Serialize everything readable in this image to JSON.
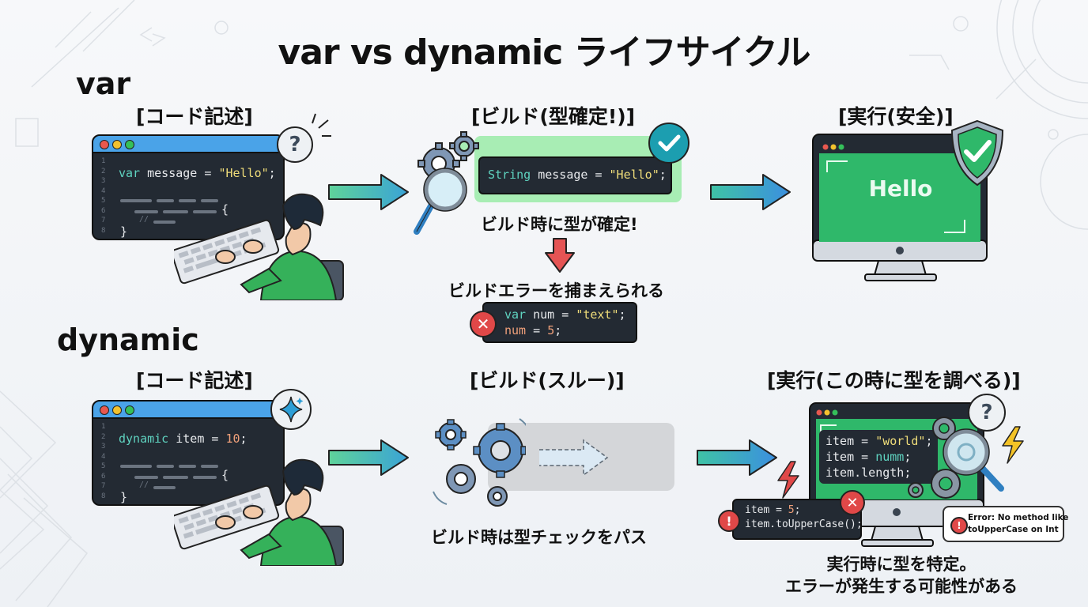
{
  "title": "var vs dynamic ライフサイクル",
  "var_section": {
    "label": "var",
    "steps": [
      {
        "label": "[コード記述]"
      },
      {
        "label": "[ビルド(型確定!)]"
      },
      {
        "label": "[実行(安全)]"
      }
    ],
    "editor": {
      "line_numbers": [
        "1",
        "2",
        "3",
        "4",
        "5",
        "6",
        "7",
        "8"
      ],
      "keyword": "var",
      "identifier": " message = ",
      "string": "\"Hello\"",
      "terminator": ";",
      "comment": "//",
      "open_brace": "{",
      "close_brace": "}",
      "bubble_icon": "?"
    },
    "build_code": {
      "keyword": "String",
      "identifier": " message = ",
      "string": "\"Hello\"",
      "terminator": ";"
    },
    "build_caption": "ビルド時に型が確定!",
    "error_caption": "ビルドエラーを捕まえられる",
    "error_code": {
      "line1_keyword": "var",
      "line1_rest": " num = ",
      "line1_string": "\"text\"",
      "line1_end": ";",
      "line2_ident": "num",
      "line2_rest": " = ",
      "line2_num": "5",
      "line2_end": ";"
    },
    "run_screen_text": "Hello"
  },
  "dynamic_section": {
    "label": "dynamic",
    "steps": [
      {
        "label": "[コード記述]"
      },
      {
        "label": "[ビルド(スルー)]"
      },
      {
        "label": "[実行(この時に型を調べる)]"
      }
    ],
    "editor": {
      "line_numbers": [
        "1",
        "2",
        "3",
        "4",
        "5",
        "6",
        "7",
        "8"
      ],
      "keyword": "dynamic",
      "identifier": " item = ",
      "number": "10",
      "terminator": ";",
      "comment": "//",
      "open_brace": "{",
      "close_brace": "}"
    },
    "build_caption": "ビルド時は型チェックをパス",
    "run_code": {
      "line1": "item = ",
      "line1_string": "\"world\"",
      "line1_end": ";",
      "line2": "item = ",
      "line2_kw": "numm",
      "line2_end": ";",
      "line3": "item.length;"
    },
    "error_code": {
      "line1": "item = ",
      "line1_num": "5",
      "line1_end": ";",
      "line2": "item.toUpperCase();"
    },
    "error_tooltip": {
      "line1": "Error: No method like",
      "line2": "toUpperCase on Int"
    },
    "run_bubble_icon": "?",
    "run_caption_line1": "実行時に型を特定。",
    "run_caption_line2": "エラーが発生する可能性がある"
  },
  "colors": {
    "editor_bar": "#4aa3e8",
    "editor_bg": "#232a33",
    "success_green": "#2fb86a",
    "highlight_green": "#a8edb4",
    "error_red": "#e04848",
    "teal_check": "#1c9eb0",
    "keyword": "#5fd3c0",
    "string": "#f0dd7a",
    "number": "#f0a07a"
  }
}
